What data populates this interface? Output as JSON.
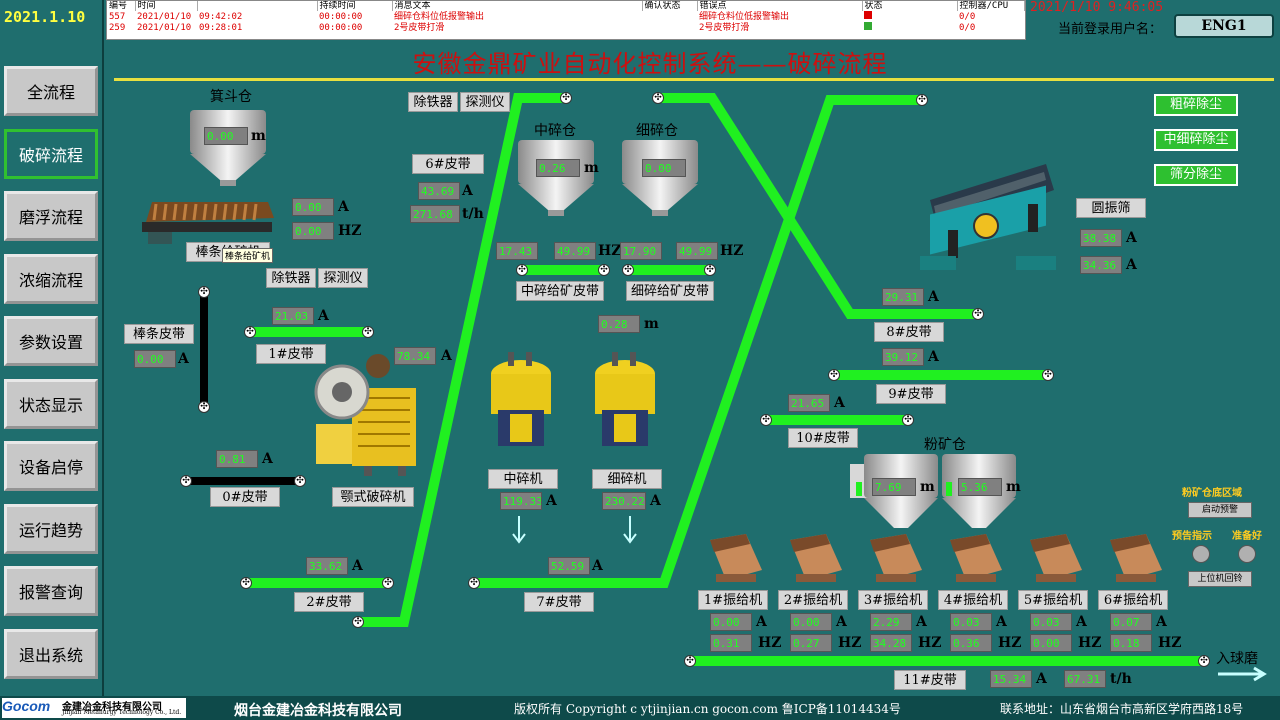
{
  "date": "2021.1.10",
  "nav": [
    "全流程",
    "破碎流程",
    "磨浮流程",
    "浓缩流程",
    "参数设置",
    "状态显示",
    "设备启停",
    "运行趋势",
    "报警查询",
    "退出系统"
  ],
  "alarm": {
    "headers": [
      "编号",
      "时间",
      "",
      "持续时间",
      "消息文本",
      "确认状态",
      "错误点",
      "状态",
      "控制器/CPU"
    ],
    "rows": [
      [
        "557",
        "2021/01/10",
        "09:42:02",
        "00:00:00",
        "细碎仓料位低报警输出",
        "",
        "细碎仓料位低报警输出",
        "",
        "0/0"
      ],
      [
        "259",
        "2021/01/10",
        "09:28:01",
        "00:00:00",
        "2号皮带打滑",
        "",
        "2号皮带打滑",
        "",
        "0/0"
      ]
    ]
  },
  "clock": "2021/1/10 9:46:05",
  "user_label": "当前登录用户名：",
  "user": "ENG1",
  "title": "安徽金鼎矿业自动化控制系统——破碎流程",
  "dust": [
    "粗碎除尘",
    "中细碎除尘",
    "筛分除尘"
  ],
  "hopper": {
    "label": "箕斗仓",
    "value": "0.00",
    "unit": "m"
  },
  "mid_bin": {
    "label": "中碎仓",
    "value": "0.26",
    "unit": "m"
  },
  "fine_bin": {
    "label": "细碎仓",
    "value": "0.00",
    "unit": "m"
  },
  "powder_bin": {
    "label": "粉矿仓",
    "v1": "7.69",
    "v2": "5.36",
    "unit": "m"
  },
  "rod_feeder": {
    "label": "棒条给矿机",
    "tooltip": "棒条给矿机",
    "a": "0.00",
    "hz": "0.00"
  },
  "rod_belt": {
    "label": "棒条皮带",
    "a": "0.00"
  },
  "iron1": [
    "除铁器",
    "探测仪"
  ],
  "iron2": [
    "除铁器",
    "探测仪"
  ],
  "belt1": {
    "label": "1#皮带",
    "a": "21.03"
  },
  "belt0": {
    "label": "0#皮带",
    "a": "0.81"
  },
  "jaw": {
    "label": "颚式破碎机",
    "a": "78.34"
  },
  "belt2": {
    "label": "2#皮带",
    "a": "33.62"
  },
  "belt6": {
    "label": "6#皮带",
    "a": "43.69",
    "th": "271.68"
  },
  "mid_feed": {
    "label": "中碎给矿皮带",
    "a": "17.43",
    "hz": "49.99"
  },
  "fine_feed": {
    "label": "细碎给矿皮带",
    "a": "17.90",
    "hz": "49.99"
  },
  "mid_crusher": {
    "label": "中碎机",
    "a": "119.33"
  },
  "fine_crusher": {
    "label": "细碎机",
    "a": "230.22",
    "m": "0.28"
  },
  "belt7": {
    "label": "7#皮带",
    "a": "52.59"
  },
  "belt8": {
    "label": "8#皮带",
    "a": "29.31"
  },
  "belt9": {
    "label": "9#皮带",
    "a": "39.12"
  },
  "belt10": {
    "label": "10#皮带",
    "a": "21.65"
  },
  "screen": {
    "label": "圆振筛",
    "a1": "38.38",
    "a2": "34.36"
  },
  "vibs": [
    {
      "label": "1#振给机",
      "a": "0.00",
      "hz": "0.31"
    },
    {
      "label": "2#振给机",
      "a": "0.00",
      "hz": "0.27"
    },
    {
      "label": "3#振给机",
      "a": "2.29",
      "hz": "34.28"
    },
    {
      "label": "4#振给机",
      "a": "0.03",
      "hz": "0.36"
    },
    {
      "label": "5#振给机",
      "a": "0.03",
      "hz": "0.00"
    },
    {
      "label": "6#振给机",
      "a": "0.07",
      "hz": "0.18"
    }
  ],
  "belt11": {
    "label": "11#皮带",
    "a": "15.34",
    "th": "67.31",
    "dest": "入球磨"
  },
  "warn": {
    "title": "粉矿仓底区域",
    "start": "启动预警",
    "ind1": "预告指示",
    "ind2": "准备好",
    "reset": "上位机回铃"
  },
  "units": {
    "A": "A",
    "HZ": "HZ",
    "th": "t/h",
    "m": "m"
  },
  "footer": {
    "company": "烟台金建冶金科技有限公司",
    "copyright": "版权所有  Copyright c ytjinjian.cn  gocon.com  鲁ICP备11014434号",
    "address": "联系地址：山东省烟台市高新区学府西路18号",
    "logo": "Gocom",
    "logo_cn": "金建冶金科技有限公司",
    "logo_en": "Jinjian Metallurgy Technology Co., Ltd."
  }
}
